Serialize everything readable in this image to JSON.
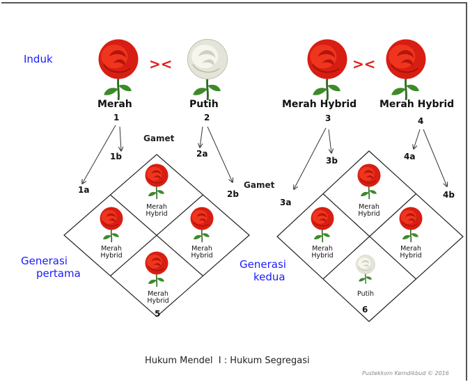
{
  "labels": {
    "induk": "Induk",
    "gen1_line1": "Generasi",
    "gen1_line2": "pertama",
    "gen2_line1": "Generasi",
    "gen2_line2": "kedua",
    "gamet_left": "Gamet",
    "gamet_right": "Gamet",
    "cross_symbol": "><"
  },
  "parents": {
    "p1": {
      "name": "Merah",
      "num": "1",
      "color": "red"
    },
    "p2": {
      "name": "Putih",
      "num": "2",
      "color": "white"
    },
    "p3": {
      "name": "Merah Hybrid",
      "num": "3",
      "color": "red"
    },
    "p4": {
      "name": "Merah Hybrid",
      "num": "4",
      "color": "red"
    }
  },
  "gametes": {
    "g1a": "1a",
    "g1b": "1b",
    "g2a": "2a",
    "g2b": "2b",
    "g3a": "3a",
    "g3b": "3b",
    "g4a": "4a",
    "g4b": "4b"
  },
  "gen1": {
    "top": {
      "line1": "Merah",
      "line2": "Hybrid",
      "color": "red"
    },
    "left": {
      "line1": "Merah",
      "line2": "Hybrid",
      "color": "red"
    },
    "right": {
      "line1": "Merah",
      "line2": "Hybrid",
      "color": "red"
    },
    "bottom": {
      "line1": "Merah",
      "line2": "Hybrid",
      "color": "red",
      "num": "5"
    }
  },
  "gen2": {
    "top": {
      "line1": "Merah",
      "line2": "Hybrid",
      "color": "red"
    },
    "left": {
      "line1": "Merah",
      "line2": "Hybrid",
      "color": "red"
    },
    "right": {
      "line1": "Merah",
      "line2": "Hybrid",
      "color": "red"
    },
    "bottom": {
      "line1": "Putih",
      "line2": "",
      "color": "white",
      "num": "6"
    }
  },
  "caption": "Hukum Mendel  I : Hukum Segregasi",
  "credit": "Pustekkom Kemdikbud © 2016",
  "colors": {
    "red_rose": "#e3261a",
    "white_rose": "#f2f2ea",
    "label_blue": "#1a1aff",
    "cross_red": "#e0201c"
  }
}
